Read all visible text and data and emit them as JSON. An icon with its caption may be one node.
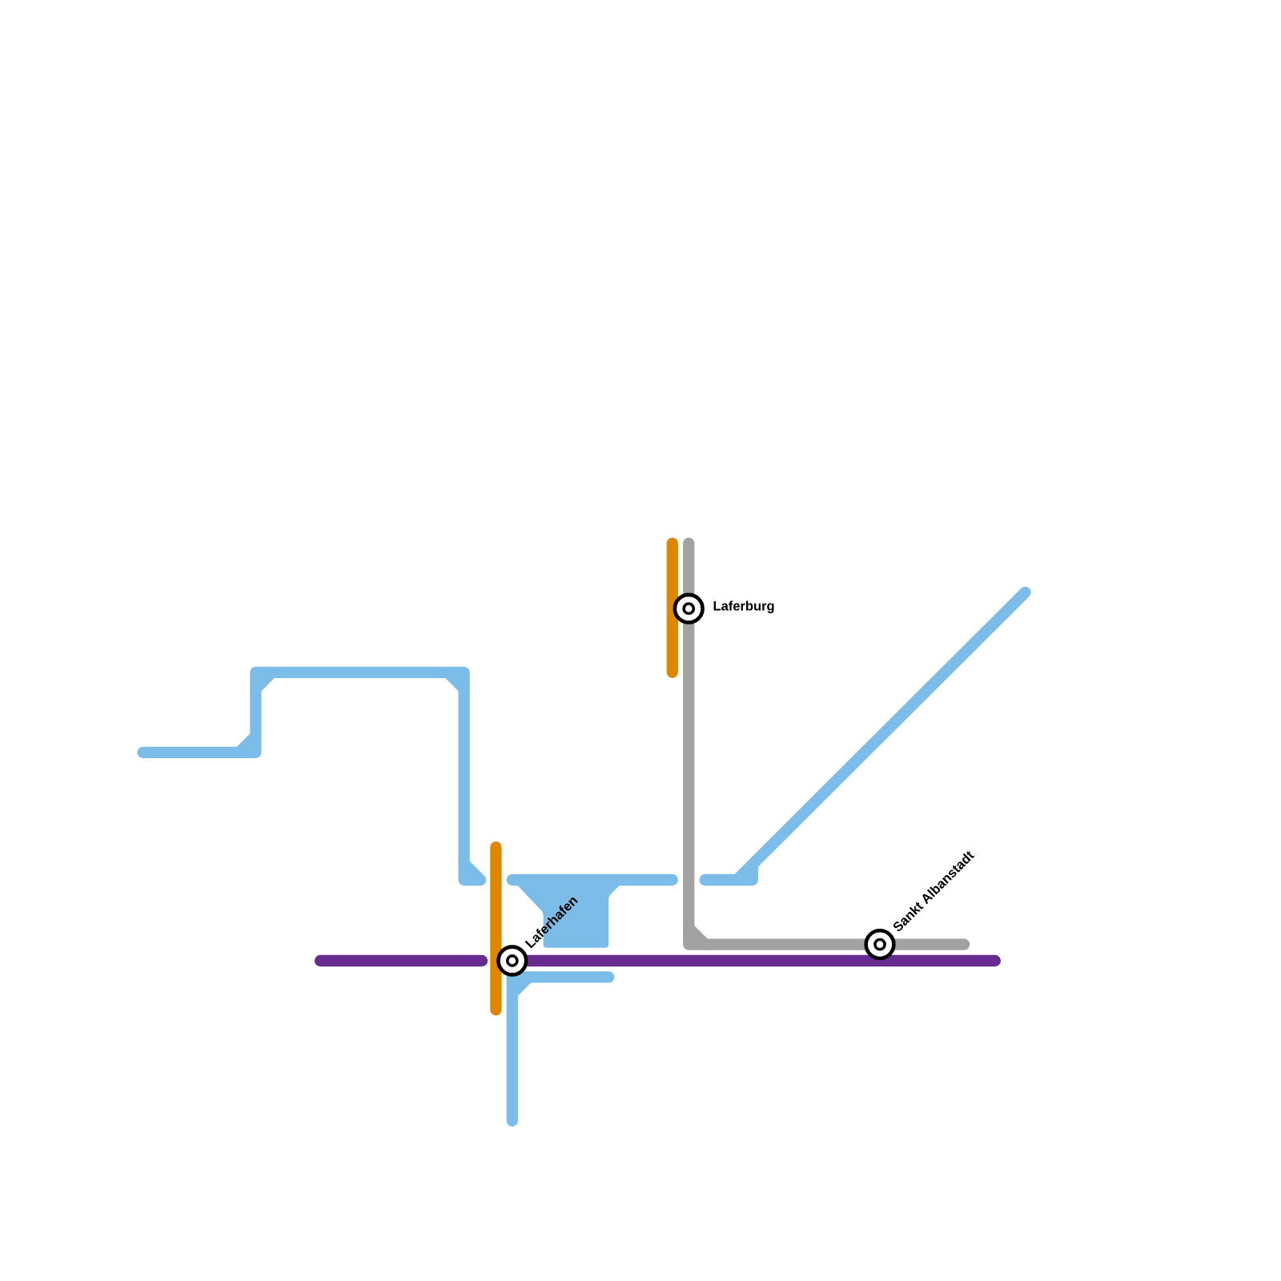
{
  "diagram": {
    "nodes": [
      {
        "text": [
          "Laferburg"
        ]
      },
      {
        "text": [
          "Laferhafen"
        ]
      },
      {
        "text": [
          "Sankt Albanstadt"
        ]
      }
    ]
  }
}
